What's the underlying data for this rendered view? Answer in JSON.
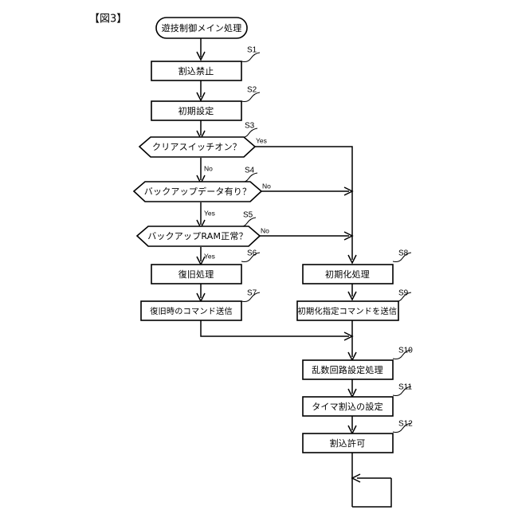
{
  "figure": {
    "label": "【図3】",
    "title": "遊技制御メイン処理"
  },
  "nodes": {
    "start": {
      "text": "遊技制御メイン処理",
      "shape": "terminator"
    },
    "s1": {
      "step": "S1",
      "text": "割込禁止",
      "shape": "process"
    },
    "s2": {
      "step": "S2",
      "text": "初期設定",
      "shape": "process"
    },
    "s3": {
      "step": "S3",
      "text": "クリアスイッチオン？",
      "shape": "decision",
      "yes": "Yes",
      "no": "No"
    },
    "s4": {
      "step": "S4",
      "text": "バックアップデータ有り？",
      "shape": "decision",
      "yes": "Yes",
      "no": "No"
    },
    "s5": {
      "step": "S5",
      "text": "バックアップRAM正常？",
      "shape": "decision",
      "yes": "Yes",
      "no": "No"
    },
    "s6": {
      "step": "S6",
      "text": "復旧処理",
      "shape": "process"
    },
    "s7": {
      "step": "S7",
      "text": "復旧時のコマンド送信",
      "shape": "process"
    },
    "s8": {
      "step": "S8",
      "text": "初期化処理",
      "shape": "process"
    },
    "s9": {
      "step": "S9",
      "text": "初期化指定コマンドを送信",
      "shape": "process"
    },
    "s10": {
      "step": "S10",
      "text": "乱数回路設定処理",
      "shape": "process"
    },
    "s11": {
      "step": "S11",
      "text": "タイマ割込の設定",
      "shape": "process"
    },
    "s12": {
      "step": "S12",
      "text": "割込許可",
      "shape": "process"
    }
  },
  "branch_labels": {
    "s3_yes": "Yes",
    "s3_no": "No",
    "s4_no": "No",
    "s4_yes": "Yes",
    "s5_no": "No",
    "s5_yes": "Yes"
  },
  "colors": {
    "stroke": "#000000",
    "fill": "#ffffff",
    "background": "#ffffff"
  }
}
